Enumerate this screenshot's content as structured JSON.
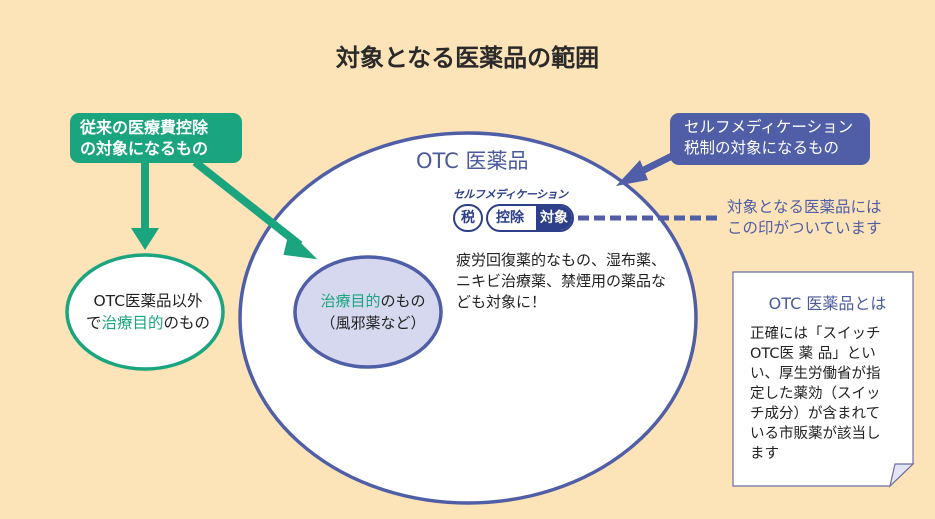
{
  "title": "対象となる医薬品の範囲",
  "colors": {
    "background": "#fde3b8",
    "green": "#1aa57f",
    "blue": "#4f5ea6",
    "navy": "#2e3f8a",
    "lavender": "#d6d8ef"
  },
  "green_callout": {
    "line1": "従来の医療費控除",
    "line2": "の対象になるもの"
  },
  "blue_callout": {
    "line1": "セルフメディケーション",
    "line2": "税制の対象になるもの"
  },
  "otc_circle": {
    "label": "OTC 医薬品",
    "mark": {
      "caption": "セルフメディケーション",
      "badge_round": "税",
      "badge_left": "控除",
      "badge_right": "対象"
    },
    "description": "疲労回復薬的なもの、湿布薬、ニキビ治療薬、禁煙用の薬品なども対象に！"
  },
  "mark_note": {
    "line1": "対象となる医薬品には",
    "line2": "この印がついています"
  },
  "outside_circle": {
    "line1": "OTC医薬品以外",
    "line2_prefix": "で",
    "line2_highlight": "治療目的",
    "line2_suffix": "のもの"
  },
  "inner_circle": {
    "line1_highlight": "治療目的",
    "line1_suffix": "のもの",
    "line2": "（風邪薬など）"
  },
  "note_card": {
    "title": "OTC 医薬品とは",
    "body": "正確には「スイッチ\nOTC医 薬 品」とい\nい、厚生労働省が指\n定した薬効（スイッ\nチ成分）が含まれて\nいる市販薬が該当し\nます"
  }
}
